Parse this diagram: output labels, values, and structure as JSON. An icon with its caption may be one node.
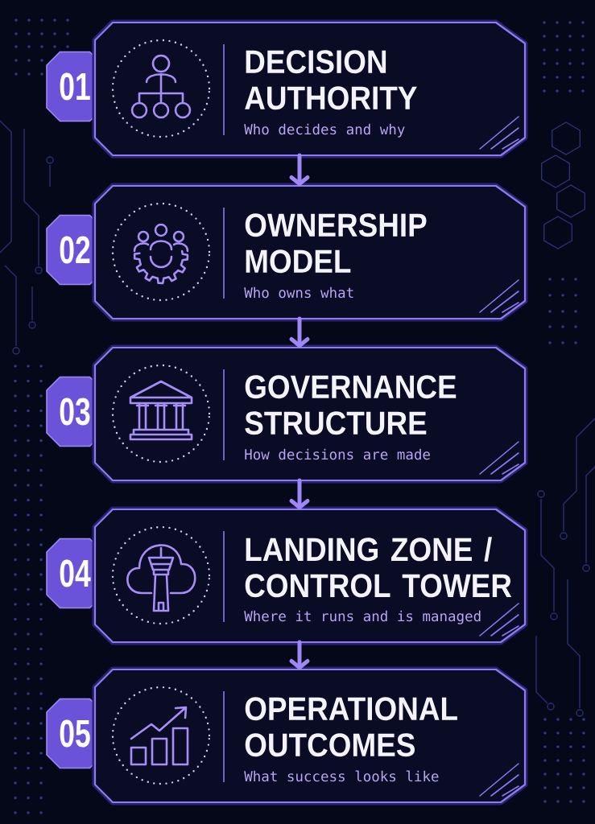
{
  "diagram": {
    "nodes": [
      {
        "text": [
          "01"
        ]
      },
      {
        "text": [
          "DECISION AUTHORITY",
          "Who decides and why"
        ]
      },
      {
        "text": [
          "02"
        ]
      },
      {
        "text": [
          "OWNERSHIP MODEL",
          "Who owns what"
        ]
      },
      {
        "text": [
          "03"
        ]
      },
      {
        "text": [
          "GOVERNANCE STRUCTURE",
          "How decisions are made"
        ]
      },
      {
        "text": [
          "04"
        ]
      },
      {
        "text": [
          "LANDING ZONE / CONTROL TOWER",
          "Where it runs and is managed"
        ]
      },
      {
        "text": [
          "05"
        ]
      },
      {
        "text": [
          "OPERATIONAL OUTCOMES",
          "What success looks like"
        ]
      }
    ],
    "edges": [
      {
        "from": 1,
        "to": 3,
        "arrow": "to"
      },
      {
        "from": 3,
        "to": 5,
        "arrow": "to"
      },
      {
        "from": 5,
        "to": 7,
        "arrow": "to"
      },
      {
        "from": 7,
        "to": 9,
        "arrow": "to"
      }
    ]
  }
}
